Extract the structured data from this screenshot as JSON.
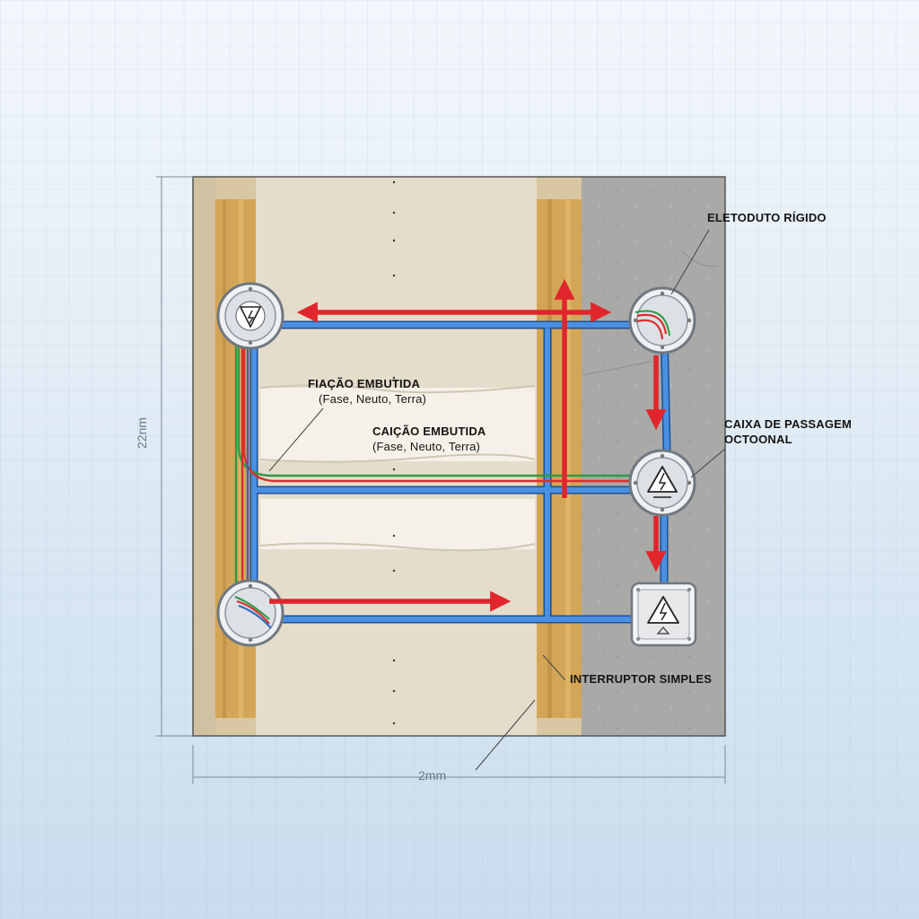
{
  "labels": {
    "eletroduto": "ELETODUTO RÍGIDO",
    "fiacao_title": "FIAÇÃO EMBUTIDA",
    "fiacao_sub": "(Fase, Neuto, Terra)",
    "caicao_title": "CAIÇÃO EMBUTIDA",
    "caicao_sub": "(Fase, Neuto, Terra)",
    "caixa_line1": "CAIXA DE PASSAGEM",
    "caixa_line2": "OCTOONAL",
    "interruptor": "INTERRUPTOR SIMPLES"
  },
  "dimensions": {
    "height": "22nm",
    "width": "2mm"
  },
  "colors": {
    "conduit": "#3b7ed0",
    "phase_wire": "#d8302e",
    "neutral_wire": "#2f69c0",
    "earth_wire": "#2f9a47",
    "arrow": "#e0262c",
    "concrete": "#a9a9a7",
    "drywall": "#e5ddcb",
    "wood_stud": "#d3a657"
  },
  "icons": {
    "junction_box": "electrical-hazard-icon",
    "switch_box": "electrical-hazard-icon"
  }
}
